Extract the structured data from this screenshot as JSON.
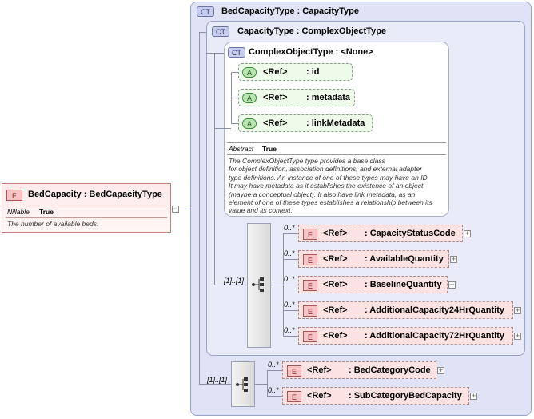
{
  "root": {
    "badge": "E",
    "name": "BedCapacity : BedCapacityType",
    "prop_label": "Nillable",
    "prop_value": "True",
    "doc": "The number of available beds."
  },
  "types": {
    "outer": {
      "badge": "CT",
      "title": "BedCapacityType : CapacityType"
    },
    "mid": {
      "badge": "CT",
      "title": "CapacityType : ComplexObjectType"
    },
    "inner": {
      "badge": "CT",
      "title": "ComplexObjectType : <None>"
    }
  },
  "attributes": [
    {
      "badge": "A",
      "ref": "<Ref>",
      "name": ": id"
    },
    {
      "badge": "A",
      "ref": "<Ref>",
      "name": ": metadata"
    },
    {
      "badge": "A",
      "ref": "<Ref>",
      "name": ": linkMetadata"
    }
  ],
  "abstract": {
    "label": "Abstract",
    "value": "True"
  },
  "inner_doc": [
    "The ComplexObjectType type provides a base class",
    "for object definition, association definitions, and external adapter",
    "type definitions. An instance of one of these types may have an ID.",
    "It may have metadata as it establishes the existence of an object",
    "(maybe a conceptual object). It also have link metadata, as an",
    "element of one of these types establishes a relationship between its",
    "value and its context."
  ],
  "capacity_sequence": {
    "cardinality": "[1]..[1]",
    "elements": [
      {
        "badge": "E",
        "occurs": "0..*",
        "ref": "<Ref>",
        "name": ": CapacityStatusCode",
        "plus": "+"
      },
      {
        "badge": "E",
        "occurs": "0..*",
        "ref": "<Ref>",
        "name": ": AvailableQuantity",
        "plus": "+"
      },
      {
        "badge": "E",
        "occurs": "0..*",
        "ref": "<Ref>",
        "name": ": BaselineQuantity",
        "plus": "+"
      },
      {
        "badge": "E",
        "occurs": "0..*",
        "ref": "<Ref>",
        "name": ": AdditionalCapacity24HrQuantity",
        "plus": "+"
      },
      {
        "badge": "E",
        "occurs": "0..*",
        "ref": "<Ref>",
        "name": ": AdditionalCapacity72HrQuantity",
        "plus": "+"
      }
    ]
  },
  "bed_sequence": {
    "cardinality": "[1]..[1]",
    "elements": [
      {
        "badge": "E",
        "occurs": "0..*",
        "ref": "<Ref>",
        "name": ": BedCategoryCode",
        "plus": "+"
      },
      {
        "badge": "E",
        "occurs": "0..*",
        "ref": "<Ref>",
        "name": ": SubCategoryBedCapacity",
        "plus": "+"
      }
    ]
  },
  "collapse_symbol": "−"
}
